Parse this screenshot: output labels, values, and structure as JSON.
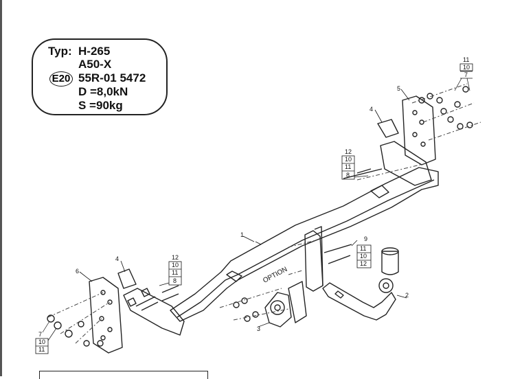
{
  "spec": {
    "typ_label": "Typ:",
    "typ_value": "H-265",
    "variant": "A50-X",
    "homologation_mark": "E20",
    "approval": "55R-01 5472",
    "d_value": "D =8,0kN",
    "s_value": "S =90kg"
  },
  "callouts": {
    "p1": "1",
    "p2": "2",
    "p3": "3",
    "p4a": "4",
    "p4b": "4",
    "p5": "5",
    "p6": "6",
    "p9": "9",
    "option": "OPTION"
  },
  "stacks": {
    "top_right": [
      "11",
      "10",
      "7"
    ],
    "top_mid": [
      "12",
      "10",
      "11",
      "8"
    ],
    "left_mid": [
      "12",
      "10",
      "11",
      "8"
    ],
    "left_bottom": [
      "7",
      "10",
      "11"
    ],
    "ball_right": [
      "11",
      "10",
      "12"
    ]
  }
}
